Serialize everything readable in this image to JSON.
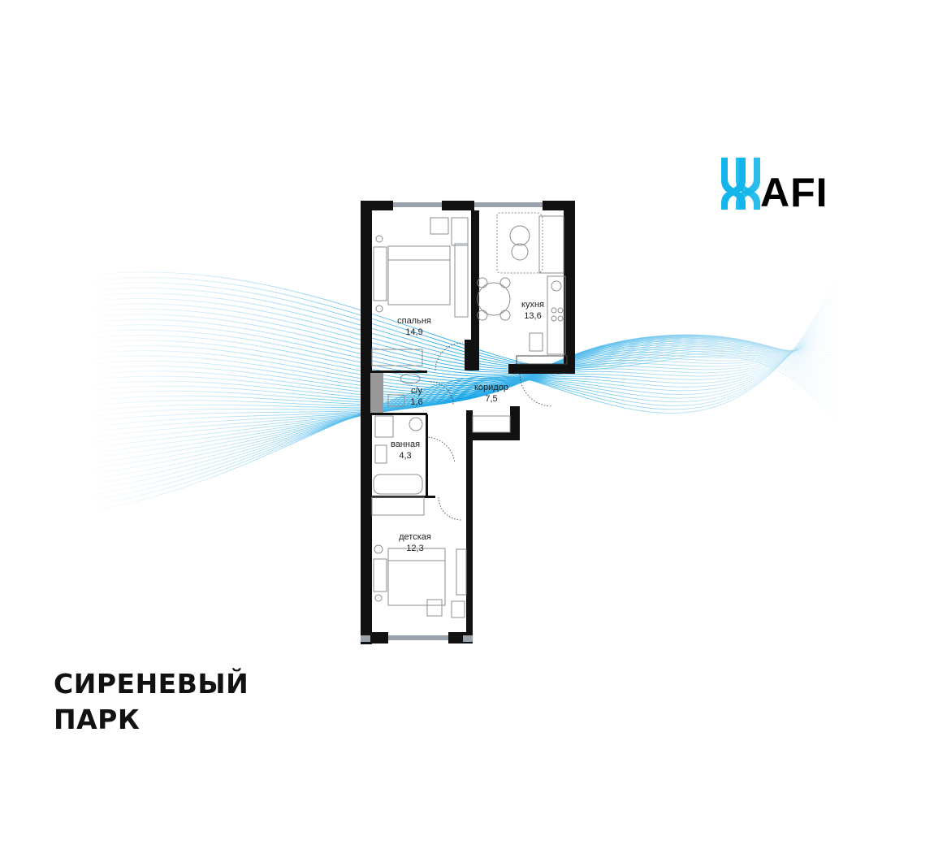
{
  "brand": {
    "logo_text": "AFI",
    "accent_color": "#13b5ea"
  },
  "project": {
    "name_line1": "СИРЕНЕВЫЙ",
    "name_line2": "ПАРК"
  },
  "rooms": {
    "bedroom": {
      "name": "спальня",
      "area": "14,9"
    },
    "kitchen": {
      "name": "кухня",
      "area": "13,6"
    },
    "wc": {
      "name": "с/у",
      "area": "1,6"
    },
    "corridor": {
      "name": "коридор",
      "area": "7,5"
    },
    "bathroom": {
      "name": "ванная",
      "area": "4,3"
    },
    "kids": {
      "name": "детская",
      "area": "12,3"
    }
  },
  "colors": {
    "wall": "#111111",
    "window": "#9aa3ab",
    "furniture": "#8a8f94",
    "wave_light": "#9fd8f2",
    "wave_dark": "#1aa6e6"
  }
}
